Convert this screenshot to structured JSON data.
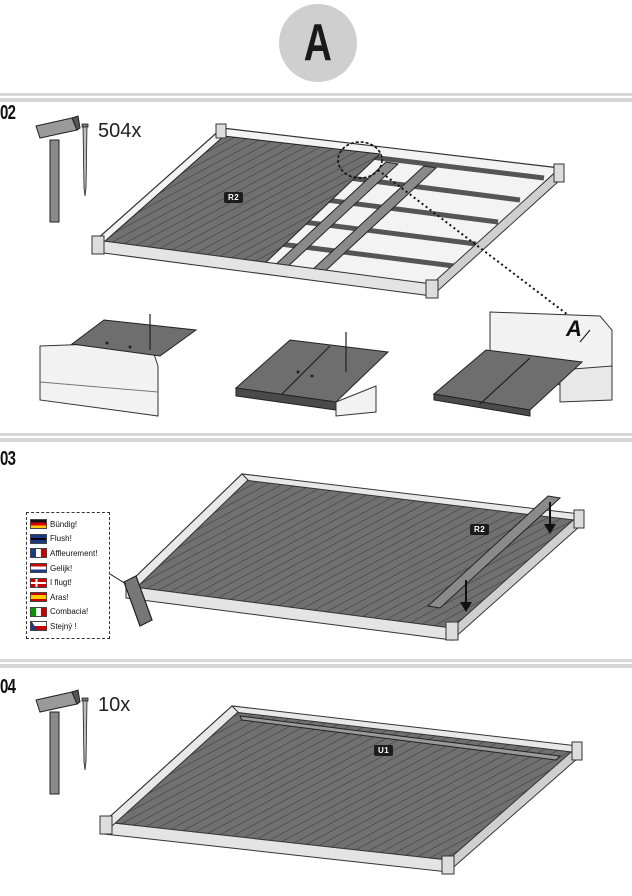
{
  "header": {
    "badge_letter": "A"
  },
  "steps": [
    {
      "number": "02",
      "count": "504x",
      "tag": "R2",
      "detail_callout": "A"
    },
    {
      "number": "03",
      "tag": "R2"
    },
    {
      "number": "04",
      "count": "10x",
      "tag": "U1"
    }
  ],
  "legend": [
    {
      "text": "Bündig!",
      "flag": "de"
    },
    {
      "text": "Flush!",
      "flag": "gb"
    },
    {
      "text": "Affleurement!",
      "flag": "fr"
    },
    {
      "text": "Gelijk!",
      "flag": "nl"
    },
    {
      "text": "I flugt!",
      "flag": "dk"
    },
    {
      "text": "Aras!",
      "flag": "es"
    },
    {
      "text": "Combacia!",
      "flag": "it"
    },
    {
      "text": "Stejný !",
      "flag": "cz"
    }
  ],
  "colors": {
    "board": "#6e6e6e",
    "frame": "#e4e4e4",
    "divider": "#d6d6d6",
    "badge": "#cfcfcf"
  },
  "icons": [
    "hammer-icon",
    "nail-icon"
  ]
}
